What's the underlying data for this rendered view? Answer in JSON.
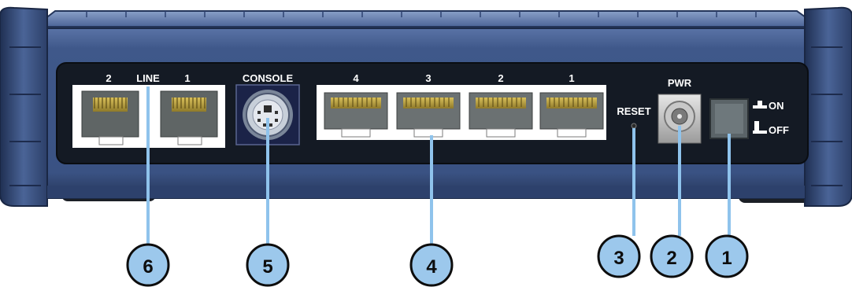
{
  "colors": {
    "housing": "#3c5585",
    "housing_dark": "#1e2d4d",
    "housing_light": "#6d86b4",
    "panel": "#141a24",
    "callout_fill": "#9cc8ec",
    "callout_line": "#8fc3ec",
    "port_white": "#ffffff",
    "port_gray": "#6f7576"
  },
  "line_ports": {
    "group_label": "LINE",
    "ports": [
      {
        "label": "2",
        "icon": "rj11-jack-icon"
      },
      {
        "label": "1",
        "icon": "rj11-jack-icon"
      }
    ]
  },
  "console_port": {
    "label": "CONSOLE",
    "icon": "mini-din-connector-icon"
  },
  "lan_ports": {
    "ports": [
      {
        "label": "4",
        "icon": "rj45-jack-icon"
      },
      {
        "label": "3",
        "icon": "rj45-jack-icon"
      },
      {
        "label": "2",
        "icon": "rj45-jack-icon"
      },
      {
        "label": "1",
        "icon": "rj45-jack-icon"
      }
    ]
  },
  "reset": {
    "label": "RESET"
  },
  "power": {
    "label": "PWR",
    "icon": "dc-power-jack-icon"
  },
  "switch": {
    "on_label": "ON",
    "off_label": "OFF",
    "icon": "rocker-switch-icon"
  },
  "callouts": [
    {
      "number": "6",
      "target": "line_ports"
    },
    {
      "number": "5",
      "target": "console_port"
    },
    {
      "number": "4",
      "target": "lan_ports"
    },
    {
      "number": "3",
      "target": "reset"
    },
    {
      "number": "2",
      "target": "power"
    },
    {
      "number": "1",
      "target": "switch"
    }
  ]
}
